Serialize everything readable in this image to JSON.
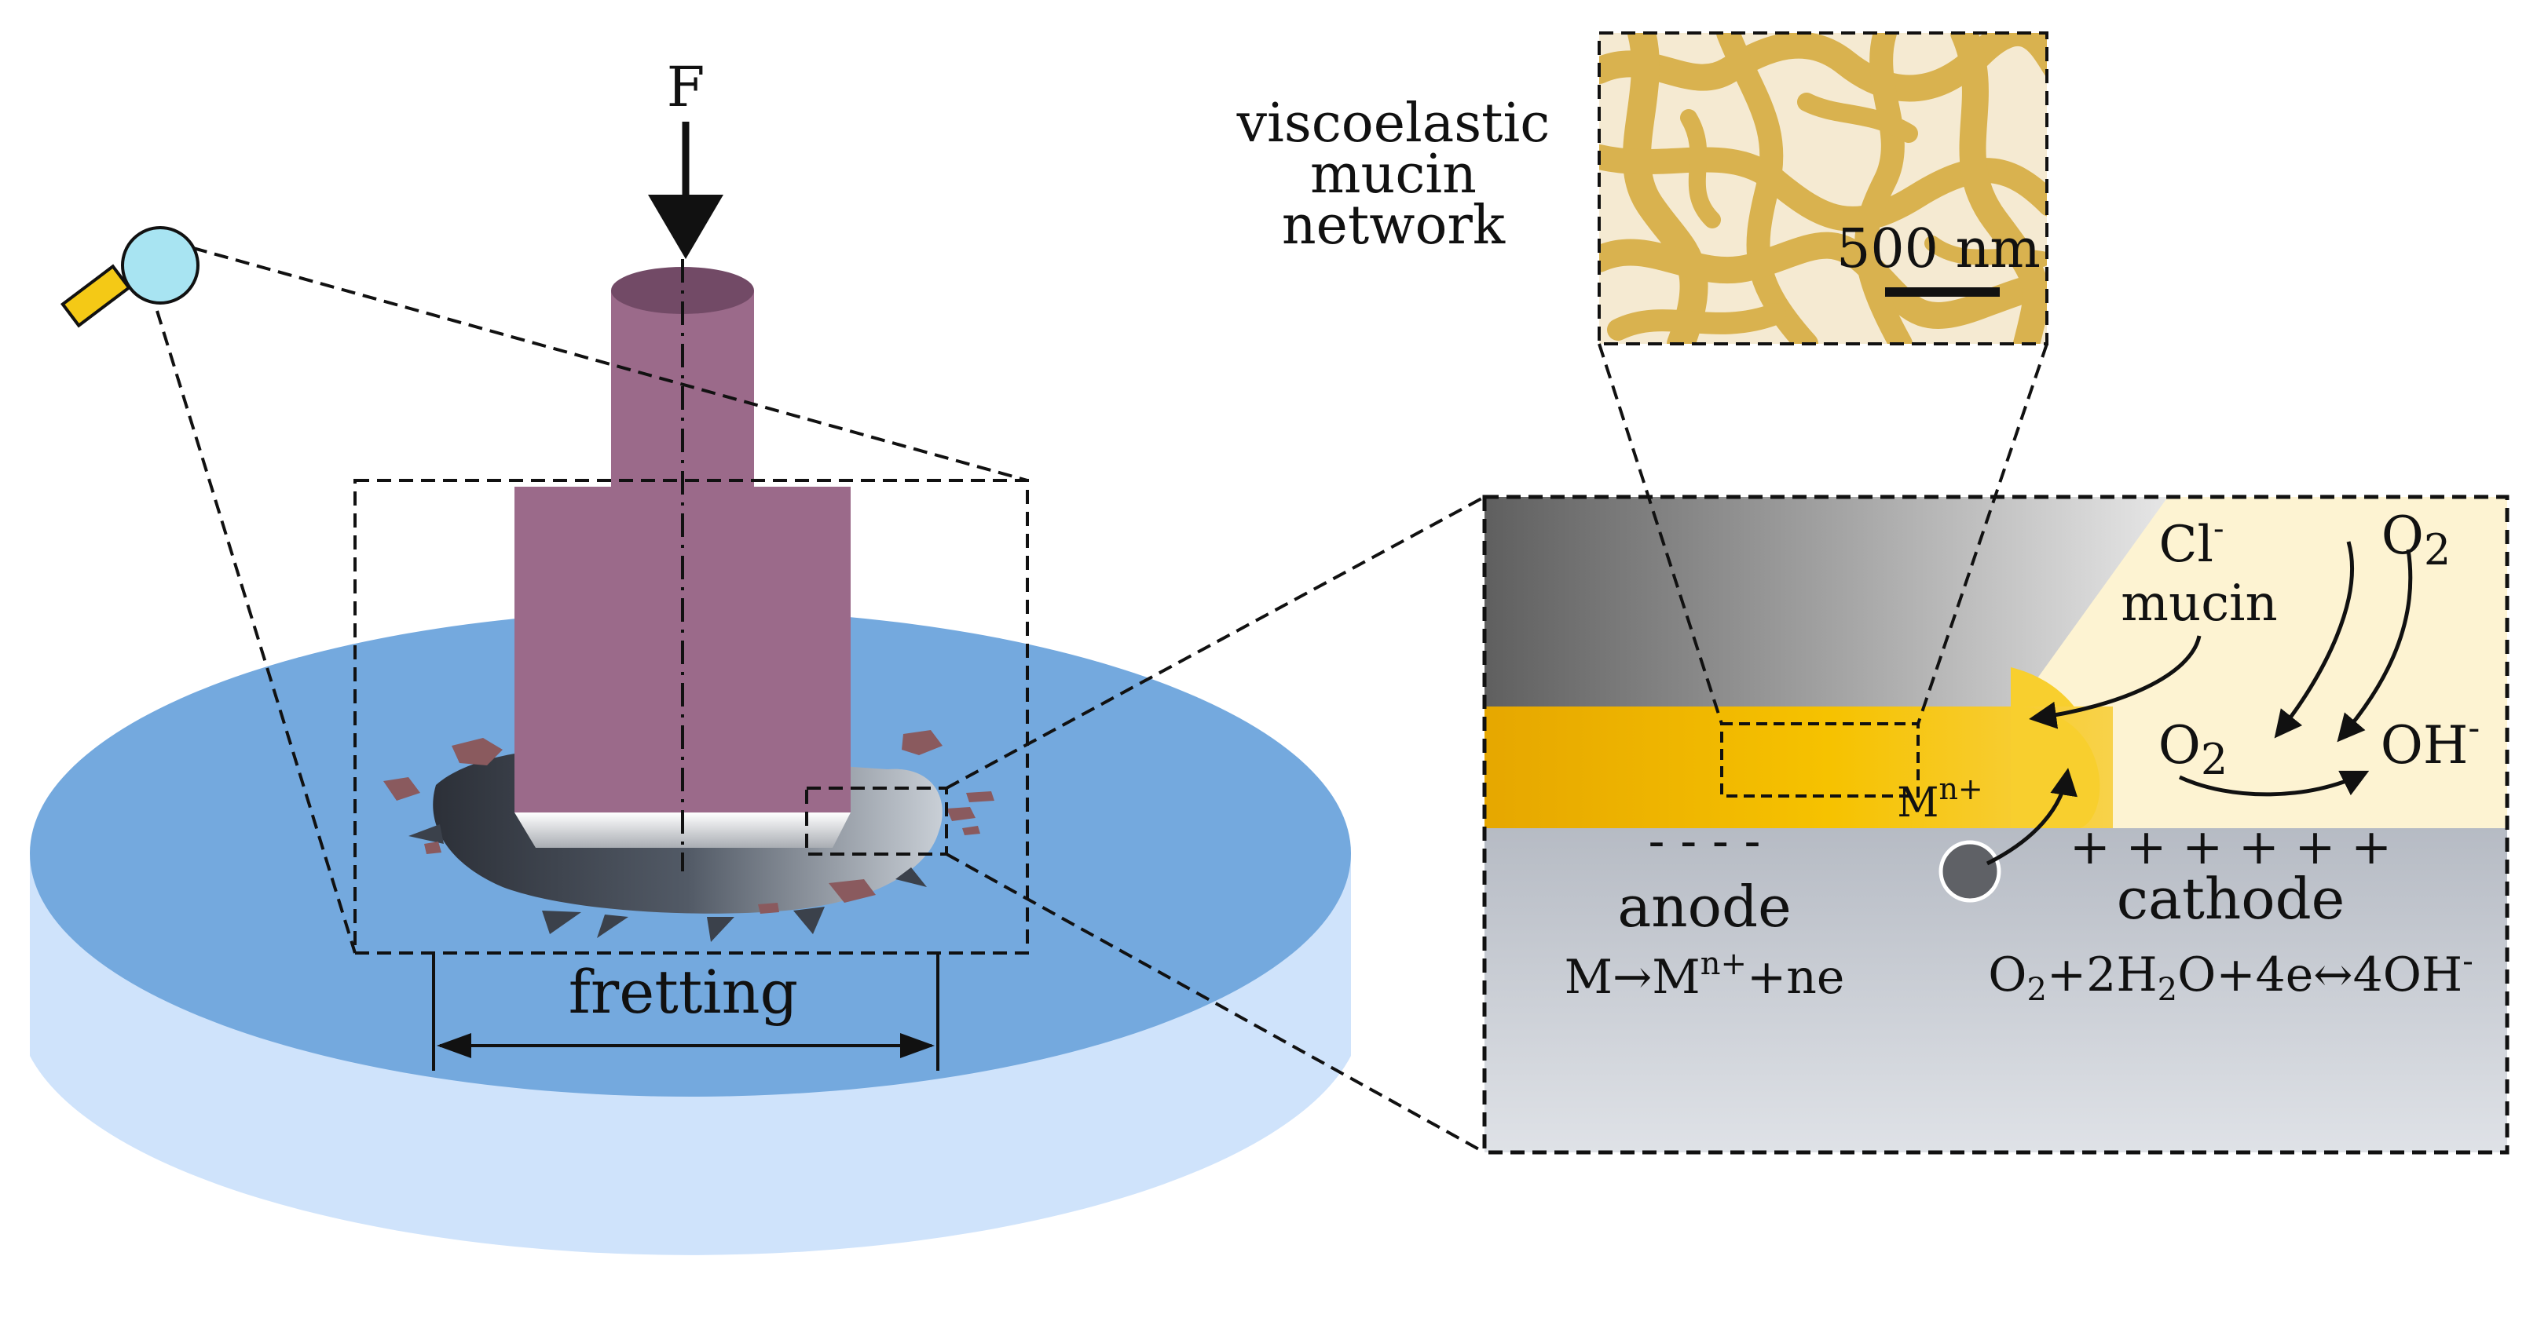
{
  "diagram": {
    "force_label": "F",
    "fretting_label": "fretting",
    "mucin_label": {
      "line1": "viscoelastic",
      "line2": "mucin",
      "line3": "network"
    },
    "scale_bar_label": "500 nm",
    "zoom": {
      "cl": "Cl",
      "cl_sup": "-",
      "mucin": "mucin",
      "o2_top": {
        "base": "O",
        "sub": "2"
      },
      "o2_mid": {
        "base": "O",
        "sub": "2"
      },
      "oh": "OH",
      "oh_sup": "-",
      "mn": "M",
      "mn_sup": "n+",
      "minus_signs": "- - - -",
      "plus_signs": "+ + + + + +",
      "anode": "anode",
      "anode_eq": {
        "a": "M",
        "arrow": "→",
        "b": "M",
        "sup": "n+",
        "c": "+ne"
      },
      "cathode": "cathode",
      "cathode_eq": {
        "p1": "O",
        "s1": "2",
        "p2": "+2H",
        "s2": "2",
        "p3": "O+4e",
        "arrow": "↔",
        "p4": "4OH",
        "sup": "-"
      }
    },
    "colors": {
      "disc_top": "#74a9de",
      "disc_side": "#cfe3fb",
      "indenter": "#9b6a8a",
      "indenter_top": "#724a66",
      "lens": "#a8e4f2",
      "handle": "#f4c916",
      "mucin_gold": "#d9b24f",
      "mucin_bg": "#f5ead2",
      "film_gold": "#f2b800",
      "electrolyte": "#fdf3d2",
      "metal": "#bfc4cc"
    }
  }
}
